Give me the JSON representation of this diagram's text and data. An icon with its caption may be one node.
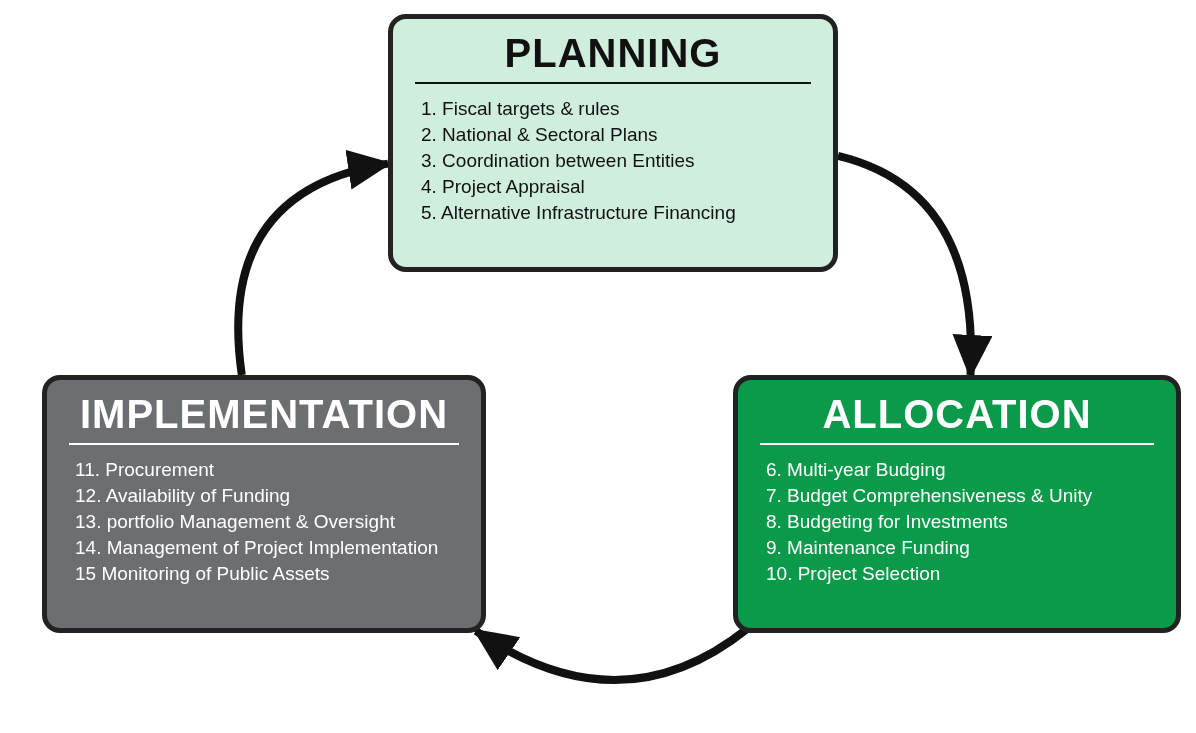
{
  "diagram": {
    "nodes": [
      {
        "text": [
          "PLANNING",
          "1. Fiscal targets & rules",
          "2. National & Sectoral Plans",
          "3. Coordination between Entities",
          "4. Project Appraisal",
          "5. Alternative Infrastructure Financing"
        ]
      },
      {
        "text": [
          "ALLOCATION",
          "6. Multi-year Budging",
          "7. Budget Comprehensiveness & Unity",
          "8. Budgeting for Investments",
          "9. Maintenance Funding",
          "10. Project Selection"
        ]
      },
      {
        "text": [
          "IMPLEMENTATION",
          "11. Procurement",
          "12. Availability of Funding",
          "13. portfolio Management & Oversight",
          "14. Management of Project Implementation",
          "15 Monitoring of Public Assets"
        ]
      }
    ],
    "edges": [
      {
        "from": 0,
        "to": 1,
        "arrow": "to"
      },
      {
        "from": 1,
        "to": 2,
        "arrow": "to"
      },
      {
        "from": 2,
        "to": 0,
        "arrow": "to"
      }
    ]
  }
}
